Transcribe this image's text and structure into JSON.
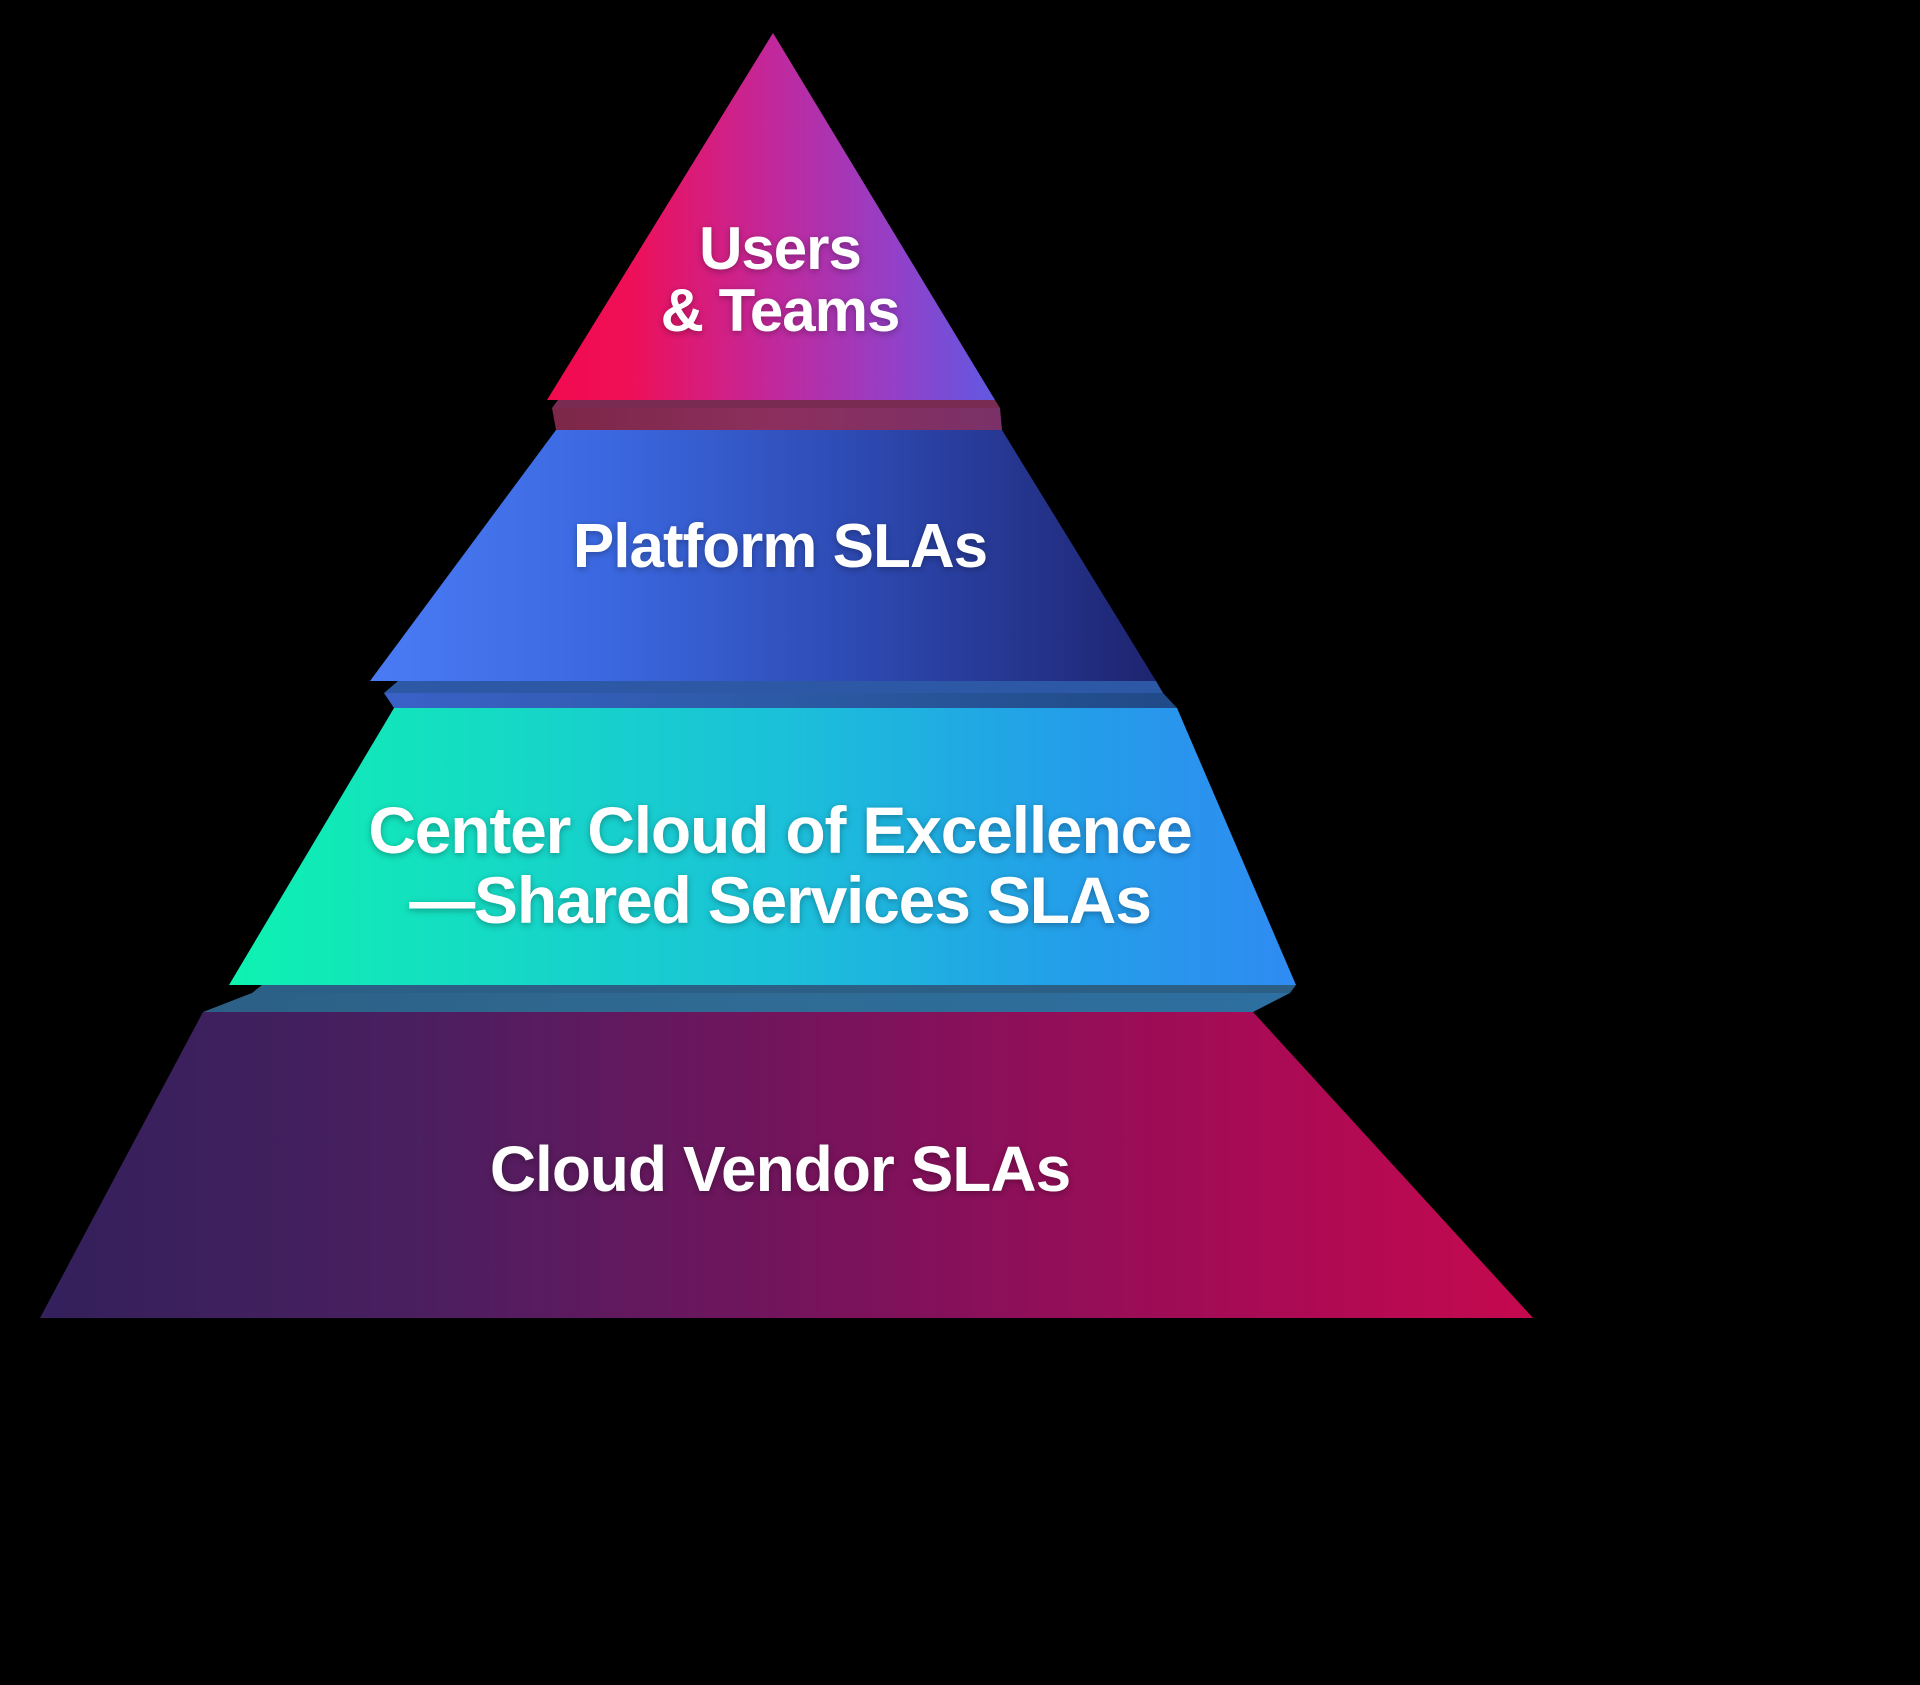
{
  "diagram": {
    "type": "pyramid",
    "background_color": "#000000",
    "tier_count": 4,
    "text_color": "#ffffff",
    "tiers": [
      {
        "id": "tier-1",
        "position": "apex",
        "level": 1,
        "label": "Users\n& Teams",
        "label_lines": [
          "Users",
          "& Teams"
        ],
        "gradient_from": "#f40a50",
        "gradient_to": "#6b5fe0",
        "edge_color": "#8c3055"
      },
      {
        "id": "tier-2",
        "position": "upper-middle",
        "level": 2,
        "label": "Platform SLAs",
        "label_lines": [
          "Platform SLAs"
        ],
        "gradient_from": "#4272f0",
        "gradient_to": "#232c78",
        "edge_color": "#2f56a8"
      },
      {
        "id": "tier-3",
        "position": "lower-middle",
        "level": 3,
        "label": "Center Cloud of Excellence\n—Shared Services SLAs",
        "label_lines": [
          "Center Cloud of Excellence",
          "—Shared Services SLAs"
        ],
        "gradient_from": "#0ceeb0",
        "gradient_to": "#2a8ef0",
        "edge_color": "#2f6090"
      },
      {
        "id": "tier-4",
        "position": "base",
        "level": 4,
        "label": "Cloud Vendor SLAs",
        "label_lines": [
          "Cloud Vendor SLAs"
        ],
        "gradient_from": "#3a1f5e",
        "gradient_to": "#c10a52",
        "edge_color": "#3a1f5e"
      }
    ]
  },
  "chart_data": {
    "type": "pyramid",
    "title": "",
    "categories": [
      "Users & Teams",
      "Platform SLAs",
      "Center Cloud of Excellence—Shared Services SLAs",
      "Cloud Vendor SLAs"
    ],
    "values": [
      1,
      2,
      3,
      4
    ],
    "orientation": "top-to-bottom",
    "legend": "none",
    "grid": false
  }
}
